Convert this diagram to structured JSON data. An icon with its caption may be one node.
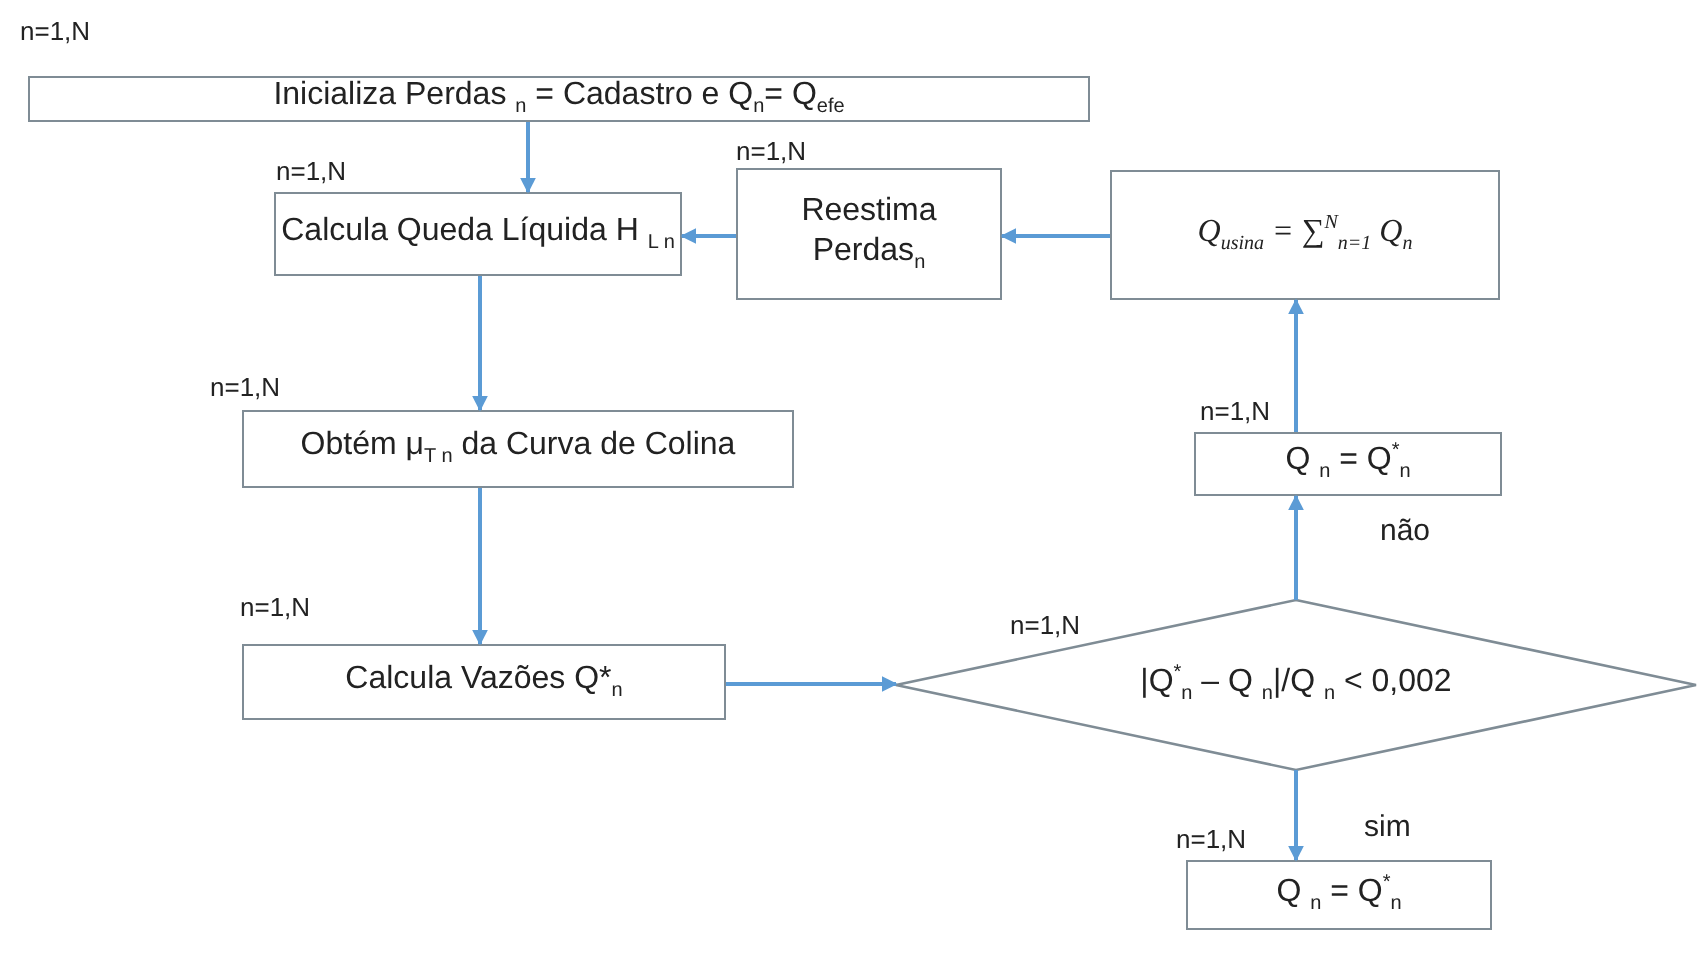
{
  "diagram": {
    "nodes": [
      {
        "text": [
          "Inicializa Perdas $_{n}$ = Cadastro e Q$_{n}$= Q$_{efe}$"
        ],
        "beside": [
          "n=1,N"
        ]
      },
      {
        "text": [
          "Calcula Queda Líquida H $_{L n}$"
        ],
        "beside": [
          "n=1,N"
        ]
      },
      {
        "text": [
          "Reestima Perdas$_{n}$"
        ],
        "beside": [
          "n=1,N"
        ]
      },
      {
        "text": [
          "Q$_{usina}$ = ∑$^{N}$$_{n=1}$ Q$_{n}$"
        ]
      },
      {
        "text": [
          "Obtém μ$_{T n}$ da Curva de Colina"
        ],
        "beside": [
          "n=1,N"
        ]
      },
      {
        "text": [
          "Calcula Vazões Q*$_{n}$"
        ],
        "beside": [
          "n=1,N"
        ]
      },
      {
        "text": [
          "|Q$^{*}$$_{n}$ – Q $_{n}$|/Q $_{n}$ < 0,002"
        ],
        "beside": [
          "n=1,N"
        ]
      },
      {
        "text": [
          "Q $_{n}$ = Q$^{*}$$_{n}$"
        ],
        "beside": [
          "n=1,N"
        ]
      },
      {
        "text": [
          "Q $_{n}$ = Q$^{*}$$_{n}$"
        ],
        "beside": [
          "n=1,N"
        ]
      }
    ],
    "edges": [
      {
        "from": 0,
        "to": 1,
        "arrow": "to"
      },
      {
        "from": 1,
        "to": 4,
        "arrow": "to"
      },
      {
        "from": 4,
        "to": 5,
        "arrow": "to"
      },
      {
        "from": 5,
        "to": 6,
        "arrow": "to"
      },
      {
        "from": 6,
        "to": 7,
        "arrow": "to",
        "label": "não"
      },
      {
        "from": 7,
        "to": 3,
        "arrow": "to"
      },
      {
        "from": 3,
        "to": 2,
        "arrow": "to"
      },
      {
        "from": 2,
        "to": 1,
        "arrow": "to"
      },
      {
        "from": 6,
        "to": 8,
        "arrow": "to",
        "label": "sim"
      }
    ]
  }
}
